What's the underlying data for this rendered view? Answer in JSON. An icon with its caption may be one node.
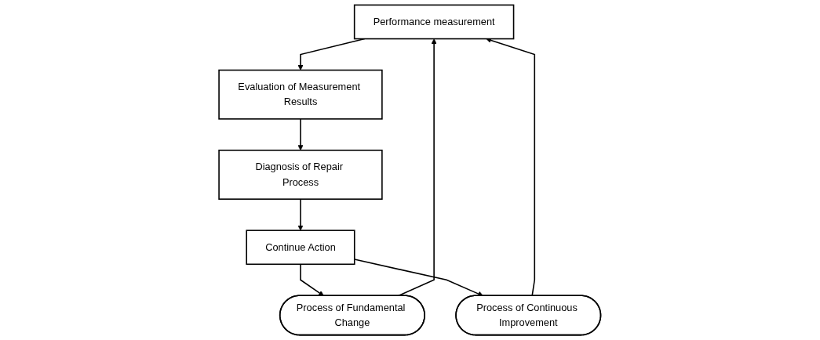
{
  "diagram": {
    "nodes": [
      {
        "text": [
          "Performance measurement"
        ]
      },
      {
        "text": [
          "Evaluation of Measurement Results"
        ]
      },
      {
        "text": [
          "Diagnosis of Repair Process"
        ]
      },
      {
        "text": [
          "Continue Action"
        ]
      },
      {
        "text": [
          "Process of Fundamental Change"
        ]
      },
      {
        "text": [
          "Process of Continuous Improvement"
        ]
      }
    ],
    "edges": [
      {
        "from": 0,
        "to": 1,
        "arrow": "to"
      },
      {
        "from": 1,
        "to": 2,
        "arrow": "to"
      },
      {
        "from": 2,
        "to": 3,
        "arrow": "to"
      },
      {
        "from": 3,
        "to": 4,
        "arrow": "to"
      },
      {
        "from": 3,
        "to": 5,
        "arrow": "to"
      },
      {
        "from": 4,
        "to": 0,
        "arrow": "to"
      },
      {
        "from": 5,
        "to": 0,
        "arrow": "to"
      }
    ]
  }
}
